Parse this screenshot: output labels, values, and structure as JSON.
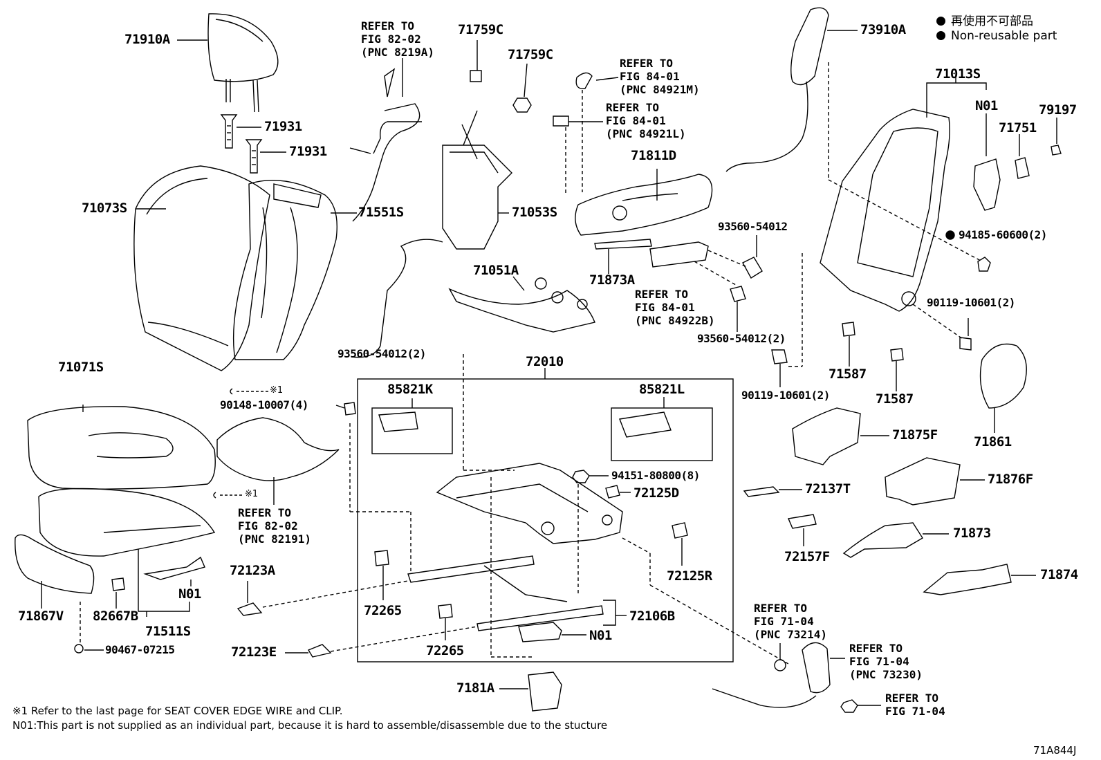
{
  "legend": {
    "items": [
      {
        "label": "再使用不可部品"
      },
      {
        "label": "Non-reusable part"
      }
    ]
  },
  "labels": {
    "p71910A": "71910A",
    "p71931a": "71931",
    "p71931b": "71931",
    "p71073S": "71073S",
    "p71551S": "71551S",
    "p71071S": "71071S",
    "p71867V": "71867V",
    "p82667B": "82667B",
    "p71511S": "71511S",
    "pN01a": "N01",
    "p90467": "90467-07215",
    "p71759Ca": "71759C",
    "p71759Cb": "71759C",
    "p71053S": "71053S",
    "p71051A": "71051A",
    "p71811D": "71811D",
    "p71873A": "71873A",
    "p93560a": "93560-54012",
    "p93560b": "93560-54012(2)",
    "p93560c": "93560-54012(2)",
    "p90148": "90148-10007(4)",
    "p72010": "72010",
    "p85821K": "85821K",
    "p85821L": "85821L",
    "p94151": "94151-80800(8)",
    "p72125D": "72125D",
    "p72125R": "72125R",
    "p72123A": "72123A",
    "p72265a": "72265",
    "p72265b": "72265",
    "p72106B": "72106B",
    "pN01b": "N01",
    "p72123E": "72123E",
    "p7181A": "7181A",
    "p73910A": "73910A",
    "p71013S": "71013S",
    "pN01c": "N01",
    "p79197": "79197",
    "p71751": "71751",
    "p94185": "94185-60600(2)",
    "p90119a": "90119-10601(2)",
    "p90119b": "90119-10601(2)",
    "p71587a": "71587",
    "p71587b": "71587",
    "p71861": "71861",
    "p71875F": "71875F",
    "p72137T": "72137T",
    "p71876F": "71876F",
    "p72157F": "72157F",
    "p71873": "71873",
    "p71874": "71874",
    "mark1": "※1",
    "mark2": "※1"
  },
  "refs": {
    "r1": {
      "l1": "REFER TO",
      "l2": "FIG 82-02",
      "l3": "(PNC 8219A)"
    },
    "r2": {
      "l1": "REFER TO",
      "l2": "FIG 84-01",
      "l3": "(PNC 84921M)"
    },
    "r3": {
      "l1": "REFER TO",
      "l2": "FIG 84-01",
      "l3": "(PNC 84921L)"
    },
    "r4": {
      "l1": "REFER TO",
      "l2": "FIG 84-01",
      "l3": "(PNC 84922B)"
    },
    "r5": {
      "l1": "REFER TO",
      "l2": "FIG 82-02",
      "l3": "(PNC 82191)"
    },
    "r6": {
      "l1": "REFER TO",
      "l2": "FIG 71-04",
      "l3": "(PNC 73214)"
    },
    "r7": {
      "l1": "REFER TO",
      "l2": "FIG 71-04",
      "l3": "(PNC 73230)"
    },
    "r8": {
      "l1": "REFER TO",
      "l2": "FIG 71-04"
    }
  },
  "footnotes": {
    "n1": "※1 Refer to the last page for SEAT COVER EDGE WIRE and CLIP.",
    "n2": "N01:This part is not supplied as an individual part, because it is hard to assemble/disassemble due to the stucture"
  },
  "figure_id": "71A844J"
}
